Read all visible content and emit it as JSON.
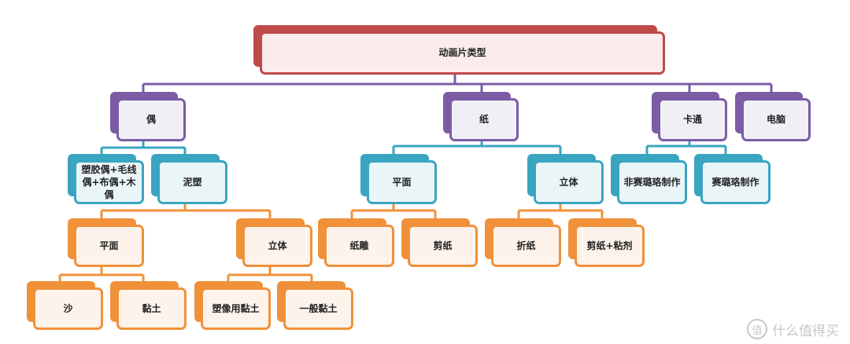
{
  "nodes": {
    "root": "动画片类型",
    "ou": "偶",
    "zhi": "纸",
    "katong": "卡通",
    "diannao": "电脑",
    "suojiaoou": "塑胶偶+毛线\n偶+布偶+木偶",
    "nisu": "泥塑",
    "zhi_pingmian": "平面",
    "zhi_liti": "立体",
    "feisailuluo": "非赛璐珞制作",
    "sailuluo": "赛璐珞制作",
    "nisu_pingmian": "平面",
    "nisu_liti": "立体",
    "zhidiao": "纸雕",
    "jianzhi": "剪纸",
    "zhezhi": "折纸",
    "jianzhi_zhanji": "剪纸+粘剂",
    "sha": "沙",
    "niantu": "黏土",
    "suxiang_niantu": "塑像用黏土",
    "yiban_niantu": "一般黏土"
  },
  "colors": {
    "level1": "#bf4a4a",
    "level2": "#7b5ca5",
    "level3": "#3aa5c1",
    "level4": "#f0913a"
  },
  "watermark": {
    "icon": "值",
    "text": "什么值得买"
  }
}
